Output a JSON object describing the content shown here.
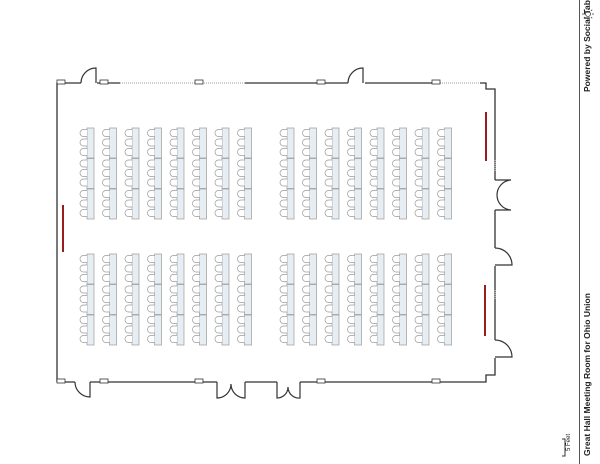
{
  "title": "Great Hall Meeting Room for Ohio Union",
  "powered_by": "Powered by Social Tables",
  "powered_icon": "sun-icon",
  "scale_label": "5 Feet",
  "layout": {
    "table_blocks": 4,
    "columns_per_block": 8,
    "tables_per_column": 3,
    "chairs_per_table": 3,
    "table_color": "#e6edf3",
    "chair_color": "#9a9a9a",
    "wall_color": "#333333",
    "accent_color": "#9b1c1c"
  }
}
